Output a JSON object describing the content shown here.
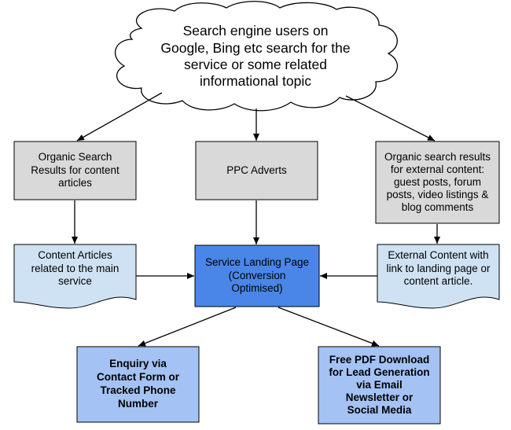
{
  "colors": {
    "gray_box": "#d9d9d9",
    "light_blue_doc": "#cfe2f3",
    "landing_blue": "#4a86e8",
    "outcome_blue": "#a4c2f4",
    "stroke": "#000000",
    "background": "#ffffff"
  },
  "nodes": {
    "cloud": "Search engine users on\nGoogle, Bing etc search for the\nservice or some related\ninformational topic",
    "organic_content": "Organic Search\nResults for content\narticles",
    "ppc": "PPC Adverts",
    "organic_external": "Organic search results\nfor external content:\nguest posts, forum\nposts, video listings &\nblog comments",
    "content_articles": "Content Articles\nrelated to the main\nservice",
    "landing_page": "Service Landing Page\n(Conversion\nOptimised)",
    "external_content": "External Content with\nlink to landing page or\ncontent article.",
    "enquiry": "Enquiry via\nContact Form or\nTracked Phone\nNumber",
    "pdf_download": "Free PDF Download\nfor Lead Generation\nvia Email\nNewsletter or\nSocial Media"
  }
}
